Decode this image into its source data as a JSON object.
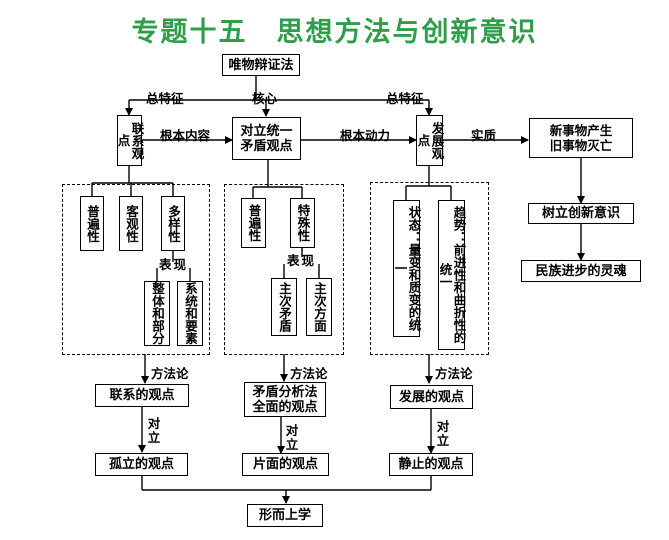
{
  "title": "专题十五　思想方法与创新意识",
  "nodes": {
    "wuwu": "唯物辩证法",
    "lianxi_guandian": "联系观点",
    "duili": "对立统一\n矛盾观点",
    "fazhan_guandian": "发展观点",
    "xinshiwu": "新事物产生\n旧事物灭亡",
    "lianxi_items": [
      "普遍性",
      "客观性",
      "多样性"
    ],
    "lianxi_sub": [
      "整体和部分",
      "系统和要素"
    ],
    "duili_items": [
      "普遍性",
      "特殊性"
    ],
    "duili_sub": [
      "主次矛盾",
      "主次方面"
    ],
    "fazhan_items": [
      "状态：量变和质变的统一",
      "趋势：前进性和曲折性的统一"
    ],
    "shuli": "树立创新意识",
    "minzu": "民族进步的灵魂",
    "lianxi_de": "联系的观点",
    "maodun_fenxi": "矛盾分析法\n全面的观点",
    "fazhan_de": "发展的观点",
    "guli": "孤立的观点",
    "pianmian": "片面的观点",
    "jingzhi": "静止的观点",
    "xingershang": "形而上学"
  },
  "labels": {
    "hexin": "核心",
    "zongtezheng_left": "总特征",
    "zongtezheng_right": "总特征",
    "genben_neirong": "根本内容",
    "genben_dongli": "根本动力",
    "shizhi": "实质",
    "biaoxian": "表现",
    "fangfalun": "方法论",
    "duili_rel": "对立"
  }
}
